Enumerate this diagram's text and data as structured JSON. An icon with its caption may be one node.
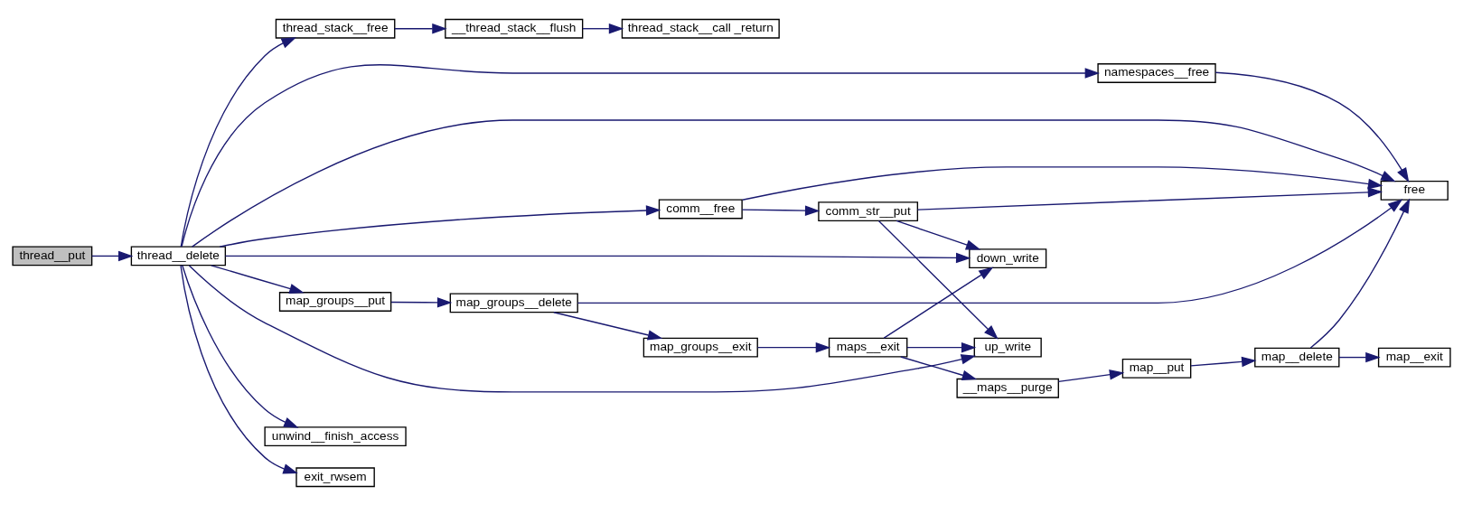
{
  "diagram": {
    "nodes": [
      {
        "text": [
          "thread__put"
        ]
      },
      {
        "text": [
          "thread__delete"
        ]
      },
      {
        "text": [
          "thread_stack__free"
        ]
      },
      {
        "text": [
          "__thread_stack__flush"
        ]
      },
      {
        "text": [
          "thread_stack__call _return"
        ]
      },
      {
        "text": [
          "namespaces__free"
        ]
      },
      {
        "text": [
          "free"
        ]
      },
      {
        "text": [
          "comm__free"
        ]
      },
      {
        "text": [
          "comm_str__put"
        ]
      },
      {
        "text": [
          "down_write"
        ]
      },
      {
        "text": [
          "map_groups__put"
        ]
      },
      {
        "text": [
          "map_groups__delete"
        ]
      },
      {
        "text": [
          "map_groups__exit"
        ]
      },
      {
        "text": [
          "maps__exit"
        ]
      },
      {
        "text": [
          "__maps__purge"
        ]
      },
      {
        "text": [
          "map__put"
        ]
      },
      {
        "text": [
          "map__delete"
        ]
      },
      {
        "text": [
          "map__exit"
        ]
      },
      {
        "text": [
          "up_write"
        ]
      },
      {
        "text": [
          "unwind__finish_access"
        ]
      },
      {
        "text": [
          "exit_rwsem"
        ]
      }
    ],
    "edges": [
      {
        "from": 0,
        "to": 1,
        "arrow": "to"
      },
      {
        "from": 1,
        "to": 2,
        "arrow": "to"
      },
      {
        "from": 2,
        "to": 3,
        "arrow": "to"
      },
      {
        "from": 3,
        "to": 4,
        "arrow": "to"
      },
      {
        "from": 1,
        "to": 5,
        "arrow": "to"
      },
      {
        "from": 5,
        "to": 6,
        "arrow": "to"
      },
      {
        "from": 1,
        "to": 6,
        "arrow": "to"
      },
      {
        "from": 1,
        "to": 7,
        "arrow": "to"
      },
      {
        "from": 7,
        "to": 6,
        "arrow": "to"
      },
      {
        "from": 7,
        "to": 8,
        "arrow": "to"
      },
      {
        "from": 8,
        "to": 6,
        "arrow": "to"
      },
      {
        "from": 8,
        "to": 9,
        "arrow": "to"
      },
      {
        "from": 8,
        "to": 18,
        "arrow": "to"
      },
      {
        "from": 1,
        "to": 9,
        "arrow": "to"
      },
      {
        "from": 1,
        "to": 10,
        "arrow": "to"
      },
      {
        "from": 10,
        "to": 11,
        "arrow": "to"
      },
      {
        "from": 11,
        "to": 6,
        "arrow": "to"
      },
      {
        "from": 11,
        "to": 12,
        "arrow": "to"
      },
      {
        "from": 12,
        "to": 13,
        "arrow": "to"
      },
      {
        "from": 13,
        "to": 9,
        "arrow": "to"
      },
      {
        "from": 13,
        "to": 14,
        "arrow": "to"
      },
      {
        "from": 13,
        "to": 18,
        "arrow": "to"
      },
      {
        "from": 14,
        "to": 15,
        "arrow": "to"
      },
      {
        "from": 15,
        "to": 16,
        "arrow": "to"
      },
      {
        "from": 16,
        "to": 6,
        "arrow": "to"
      },
      {
        "from": 16,
        "to": 17,
        "arrow": "to"
      },
      {
        "from": 1,
        "to": 18,
        "arrow": "to"
      },
      {
        "from": 1,
        "to": 19,
        "arrow": "to"
      },
      {
        "from": 1,
        "to": 20,
        "arrow": "to"
      }
    ]
  }
}
